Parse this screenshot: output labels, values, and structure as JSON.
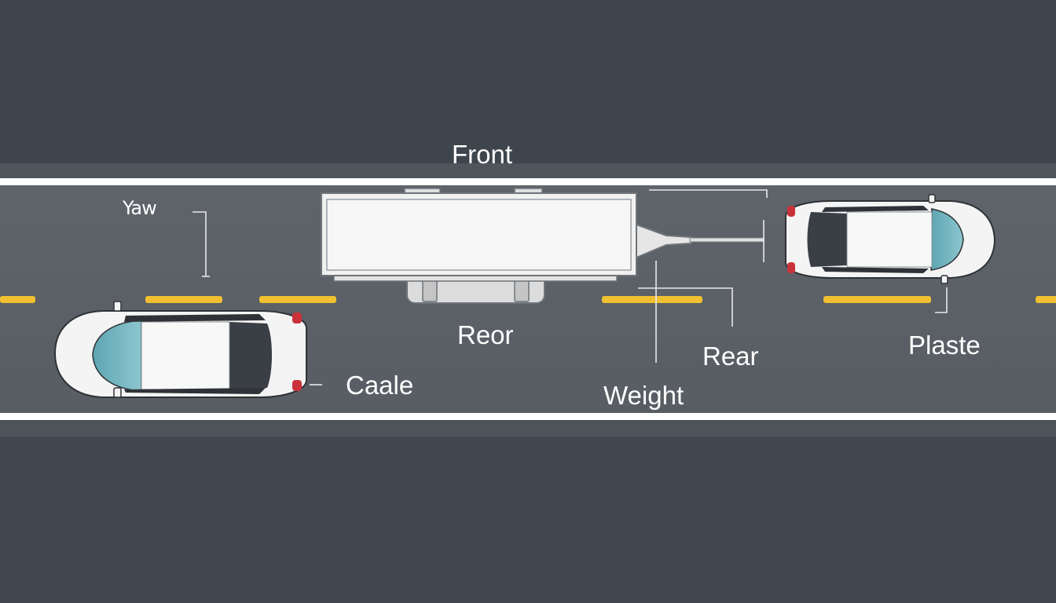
{
  "labels": {
    "front": "Front",
    "yaw": "Yaw",
    "reor": "Reor",
    "rear": "Rear",
    "weight": "Weight",
    "caale": "Caale",
    "plaste": "Plaste"
  },
  "colors": {
    "asphalt_dark": "#40464d",
    "road": "#5b6167",
    "lane_edge": "#ffffff",
    "center_dash": "#f0c030",
    "car_body": "#f4f4f4",
    "windshield": "#6fb3be",
    "trailer": "#f1f1f1",
    "annotation_line": "#e8e8e8"
  },
  "icons": {
    "lead_car": "car-top-view-icon",
    "tow_vehicle": "car-top-view-icon",
    "trailer": "box-trailer-icon"
  }
}
